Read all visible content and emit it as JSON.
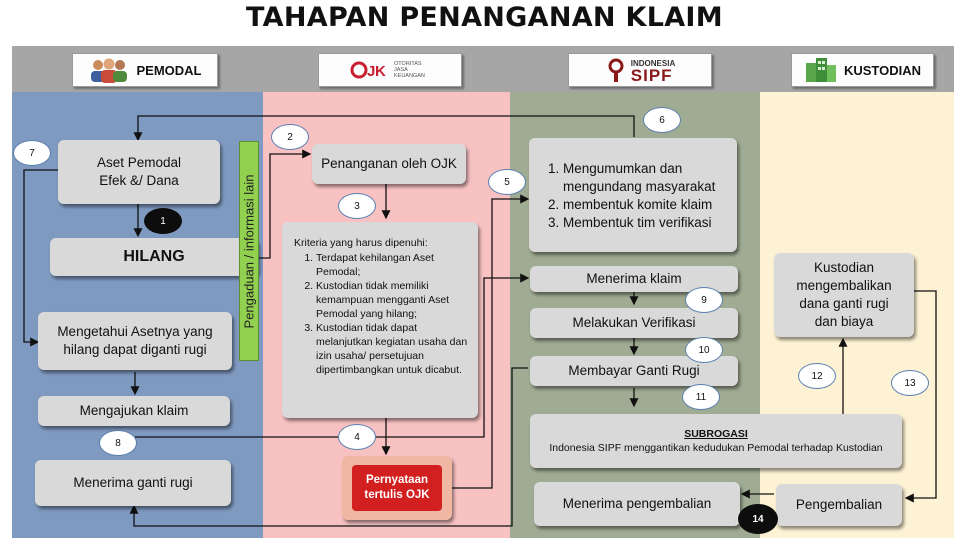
{
  "title": "TAHAPAN PENANGANAN KLAIM",
  "columns": {
    "pemodal": {
      "label": "PEMODAL",
      "icon": "people-icon",
      "color": "#7f9ac0"
    },
    "ojk": {
      "logo_text": "OJK",
      "logo_sub": "OTORITAS JASA KEUANGAN",
      "icon": "ojk-logo",
      "color": "#f8c2c3"
    },
    "sipf": {
      "logo_top": "INDONESIA",
      "logo_main": "SIPF",
      "icon": "sipf-logo",
      "color": "#a0ab93"
    },
    "kustodian": {
      "label": "KUSTODIAN",
      "icon": "building-icon",
      "color": "#fdf2d4"
    }
  },
  "boxes": {
    "aset_pemodal": "Aset Pemodal\nEfek &/ Dana",
    "hilang": "HILANG",
    "mengetahui": "Mengetahui Asetnya yang hilang dapat diganti rugi",
    "mengajukan": "Mengajukan klaim",
    "menerima_ganti": "Menerima ganti rugi",
    "penanganan_ojk": "Penanganan oleh OJK",
    "kriteria_title": "Kriteria yang harus dipenuhi:",
    "kriteria_items": [
      "Terdapat kehilangan Aset Pemodal;",
      "Kustodian tidak memiliki kemampuan mengganti Aset Pemodal yang hilang;",
      "Kustodian tidak dapat melanjutkan kegiatan usaha dan izin usaha/ persetujuan dipertimbangkan untuk dicabut."
    ],
    "pernyataan": "Pernyataan\ntertulis OJK",
    "sipf_items": [
      "Mengumumkan dan mengundang masyarakat",
      "membentuk komite klaim",
      "Membentuk tim verifikasi"
    ],
    "menerima_klaim": "Menerima klaim",
    "verifikasi": "Melakukan Verifikasi",
    "membayar": "Membayar Ganti Rugi",
    "subrogasi_title": "SUBROGASI",
    "subrogasi_text": "Indonesia SIPF menggantikan kedudukan Pemodal terhadap Kustodian",
    "menerima_pengembalian": "Menerima pengembalian",
    "kustodian_mengembalikan": "Kustodian mengembalikan dana ganti rugi dan biaya",
    "pengembalian": "Pengembalian",
    "pengaduan": "Pengaduan / informasi lain"
  },
  "steps": [
    "1",
    "2",
    "3",
    "4",
    "5",
    "6",
    "7",
    "8",
    "9",
    "10",
    "11",
    "12",
    "13",
    "14"
  ]
}
